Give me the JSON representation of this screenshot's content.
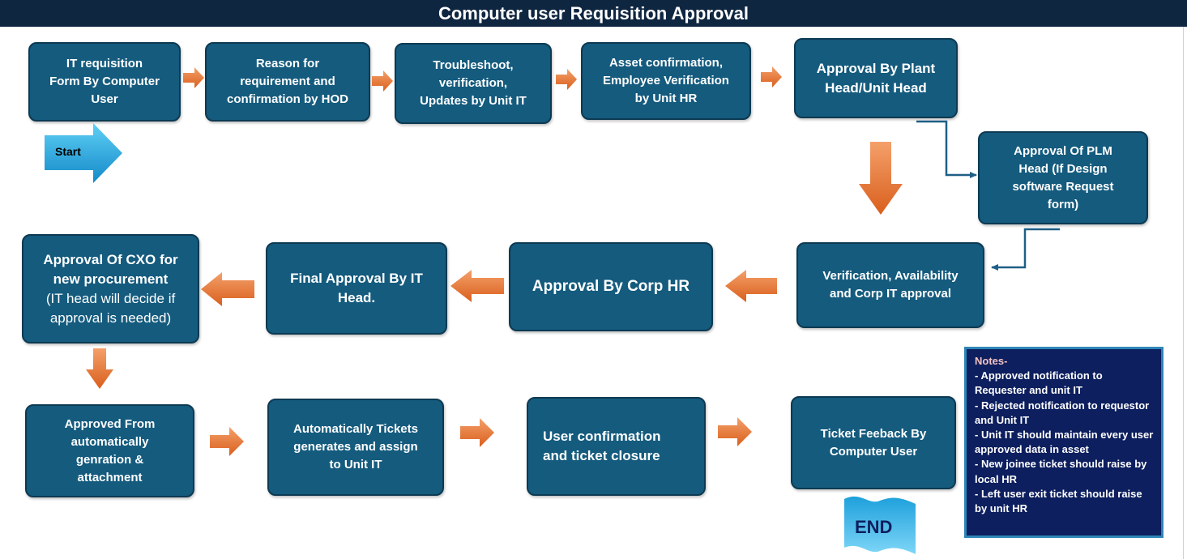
{
  "title": "Computer user Requisition Approval",
  "colors": {
    "title_bg": "#0f2641",
    "box_fill": "#145b7e",
    "box_border": "#0d3a52",
    "arrow_orange": "#e8742c",
    "notes_bg": "#0d1f5e",
    "notes_border": "#2f86b8",
    "connector": "#1f5f86",
    "start_blue": "#1ea0dc"
  },
  "start_label": "Start",
  "end_label": "END",
  "boxes": {
    "it_requisition_form": "IT requisition\nForm By Computer\nUser",
    "reason_hod": "Reason for\nrequirement and\nconfirmation by HOD",
    "troubleshoot": "Troubleshoot,\nverification,\nUpdates by Unit IT",
    "asset_confirmation": "Asset confirmation,\nEmployee Verification\nby Unit HR",
    "plant_head_approval": "Approval By Plant\nHead/Unit Head",
    "plm_head_approval": "Approval Of PLM\nHead (If Design\nsoftware Request\nform)",
    "verification_corp_it": "Verification, Availability\nand Corp IT approval",
    "corp_hr_approval": "Approval By Corp HR",
    "final_it_head": "Final Approval By IT\nHead.",
    "cxo_title": "Approval Of CXO for\nnew procurement",
    "cxo_note": "(IT head will decide if\napproval is needed)",
    "auto_generation": "Approved From\nautomatically\ngenration &\nattachment",
    "auto_tickets": "Automatically Tickets\ngenerates and assign\nto Unit IT",
    "user_confirmation": "User confirmation\nand ticket closure",
    "ticket_feedback": "Ticket Feeback By\nComputer User"
  },
  "notes": {
    "title": "Notes-",
    "items": [
      "- Approved notification to Requester and unit IT",
      "- Rejected notification to requestor and Unit IT",
      "- Unit IT should maintain every user approved data in asset",
      "- New joinee ticket should raise by local HR",
      "- Left user exit ticket should raise by unit HR"
    ]
  }
}
